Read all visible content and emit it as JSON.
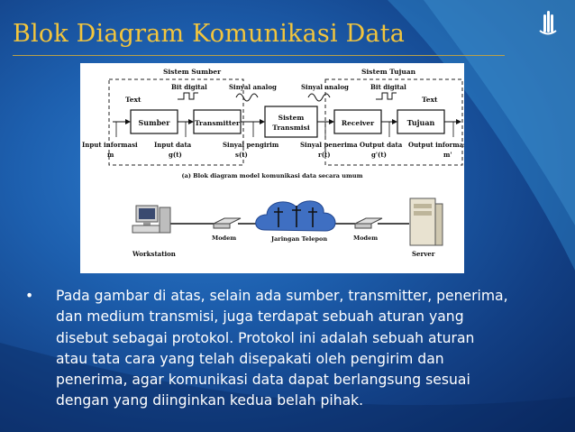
{
  "slide": {
    "title": "Blok Diagram Komunikasi Data",
    "bullet_symbol": "•",
    "bullet_lines": [
      "Pada gambar di atas, selain ada sumber, transmitter, penerima,",
      "dan medium transmisi, juga terdapat sebuah aturan yang",
      "disebut sebagai protokol. Protokol ini adalah sebuah aturan",
      "atau tata cara yang telah disepakati oleh pengirim dan",
      "penerima, agar komunikasi data dapat berlangsung sesuai",
      "dengan yang diinginkan kedua belah pihak."
    ],
    "colors": {
      "title": "#f2c53d",
      "background": "#1d5fae",
      "body_text": "#ffffff"
    }
  },
  "logo": {
    "icon": "university-logo-icon"
  },
  "figure": {
    "caption": "(a) Blok diagram model komunikasi data secara umum",
    "diagram_a": {
      "group_source": "Sistem Sumber",
      "group_destination": "Sistem Tujuan",
      "blocks": {
        "source": "Sumber",
        "transmitter": "Transmitter",
        "system_line1": "Sistem",
        "system_line2": "Transmisi",
        "receiver": "Receiver",
        "destination": "Tujuan"
      },
      "labels": {
        "text_left": "Text",
        "text_right": "Text",
        "bit_digital_left": "Bit digital",
        "bit_digital_right": "Bit digital",
        "analog_left": "Sinyal analog",
        "analog_right": "Sinyal analog",
        "input_info": "Input informasi",
        "input_info_var": "m",
        "input_data": "Input data",
        "input_data_var": "g(t)",
        "send_signal": "Sinyal pengirim",
        "send_signal_var": "s(t)",
        "recv_signal": "Sinyal penerima",
        "recv_signal_var": "r(t)",
        "output_data": "Output data",
        "output_data_var": "g'(t)",
        "output_info": "Output informasi",
        "output_info_var": "m'"
      }
    },
    "diagram_b": {
      "workstation": "Workstation",
      "modem_left": "Modem",
      "network": "Jaringan Telepon",
      "modem_right": "Modem",
      "server": "Server"
    }
  }
}
